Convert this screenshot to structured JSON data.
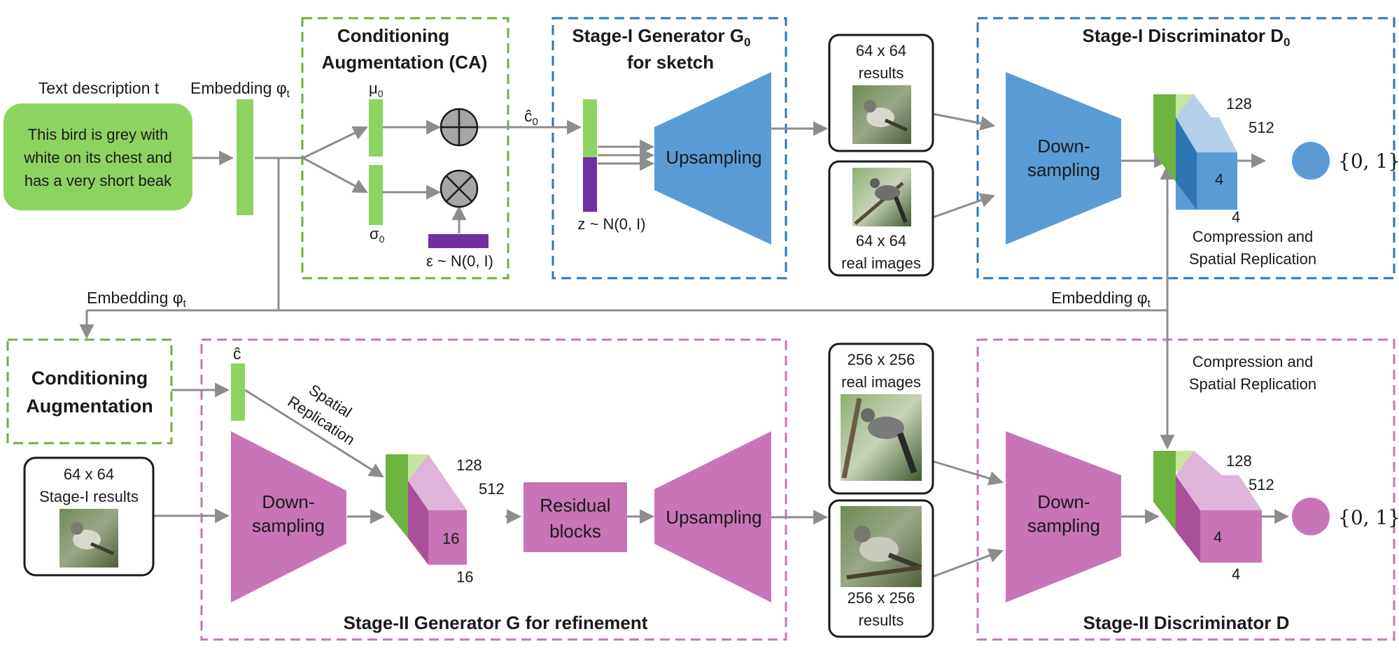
{
  "text_description": {
    "heading": "Text description t",
    "lines": [
      "This bird is grey with",
      "white on its chest and",
      "has a very short beak"
    ]
  },
  "embedding": {
    "label": "Embedding",
    "phi": "φ",
    "sub": "t"
  },
  "ca": {
    "title_line1": "Conditioning",
    "title_line2": "Augmentation (CA)",
    "mu": "μ",
    "mu_sub": "0",
    "sigma": "σ",
    "sigma_sub": "0",
    "epsilon": "ε ~ N(0, I)"
  },
  "c0": {
    "symbol": "ĉ",
    "sub": "0"
  },
  "stage1_generator": {
    "title_line1": "Stage-I Generator G",
    "title_sub": "0",
    "title_line2": "for sketch",
    "noise": "z ~ N(0, I)",
    "upsampling": "Upsampling"
  },
  "stage1_results": {
    "line1": "64 x 64",
    "line2": "results"
  },
  "stage1_real": {
    "line1": "64 x 64",
    "line2": "real images"
  },
  "stage1_discriminator": {
    "title": "Stage-I Discriminator D",
    "title_sub": "0",
    "downsampling_line1": "Down-",
    "downsampling_line2": "sampling",
    "dim_128": "128",
    "dim_512": "512",
    "dim_4_front": "4",
    "dim_4_bottom": "4",
    "compression_line1": "Compression and",
    "compression_line2": "Spatial Replication",
    "output": "{0, 1}"
  },
  "ca2": {
    "title_line1": "Conditioning",
    "title_line2": "Augmentation",
    "c_hat": "ĉ"
  },
  "stage1_input": {
    "line1": "64 x 64",
    "line2": "Stage-I results"
  },
  "stage2_generator": {
    "downsampling_line1": "Down-",
    "downsampling_line2": "sampling",
    "spatial_line1": "Spatial",
    "spatial_line2": "Replication",
    "dim_128": "128",
    "dim_512": "512",
    "dim_16_front": "16",
    "dim_16_bottom": "16",
    "residual_line1": "Residual",
    "residual_line2": "blocks",
    "upsampling": "Upsampling",
    "title": "Stage-II Generator G for refinement"
  },
  "stage2_real": {
    "line1": "256 x 256",
    "line2": "real images"
  },
  "stage2_results": {
    "line1": "256 x 256",
    "line2": "results"
  },
  "stage2_discriminator": {
    "compression_line1": "Compression and",
    "compression_line2": "Spatial Replication",
    "downsampling_line1": "Down-",
    "downsampling_line2": "sampling",
    "dim_128": "128",
    "dim_512": "512",
    "dim_4_front": "4",
    "dim_4_bottom": "4",
    "output": "{0, 1}",
    "title": "Stage-II Discriminator D"
  },
  "colors": {
    "green": "#8dd35f",
    "green_dark": "#6cb33f",
    "green_light": "#c6e6a0",
    "blue": "#5b9bd5",
    "blue_dark": "#2e75b6",
    "blue_light": "#b4cfea",
    "pink": "#c774b8",
    "pink_dark": "#a9509a",
    "pink_light": "#dfb4d8",
    "purple": "#7030a0",
    "box_green_dash": "#70ad47",
    "box_blue_dash": "#2e75b6",
    "box_pink_dash": "#c774b8",
    "arrow": "#8c8c8c"
  }
}
